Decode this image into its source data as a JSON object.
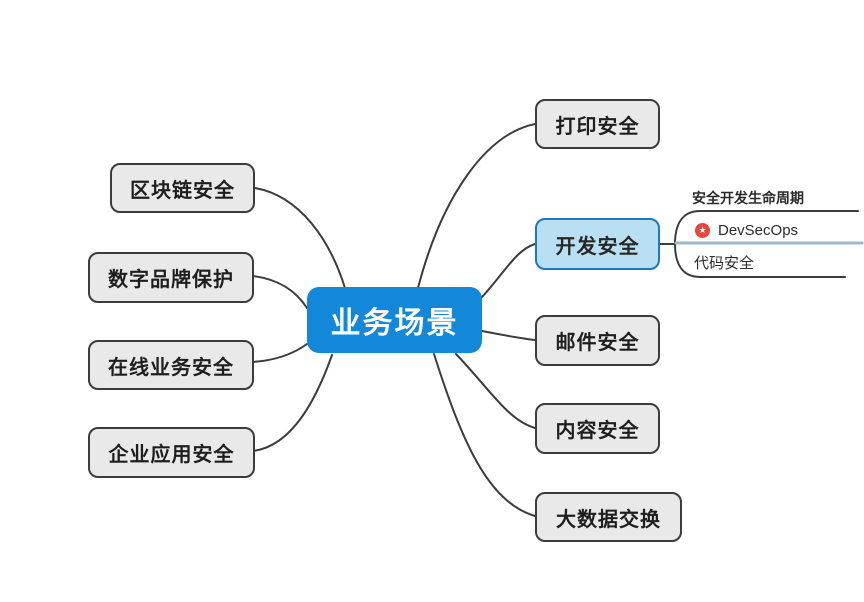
{
  "app": {
    "type": "mindmap-diagram"
  },
  "mindmap": {
    "root": {
      "label": "业务场景"
    },
    "left_branches": [
      {
        "id": "blockchain-security",
        "label": "区块链安全"
      },
      {
        "id": "digital-brand-protection",
        "label": "数字品牌保护"
      },
      {
        "id": "online-business-security",
        "label": "在线业务安全"
      },
      {
        "id": "enterprise-app-security",
        "label": "企业应用安全"
      }
    ],
    "right_branches": [
      {
        "id": "print-security",
        "label": "打印安全"
      },
      {
        "id": "development-security",
        "label": "开发安全",
        "selected": true,
        "children": [
          {
            "id": "secure-dev-lifecycle",
            "label": "安全开发生命周期"
          },
          {
            "id": "devsecops",
            "label": "DevSecOps",
            "marker": "red-star-badge"
          },
          {
            "id": "code-security",
            "label": "代码安全"
          }
        ]
      },
      {
        "id": "mail-security",
        "label": "邮件安全"
      },
      {
        "id": "content-security",
        "label": "内容安全"
      },
      {
        "id": "big-data-exchange",
        "label": "大数据交换"
      }
    ],
    "icons": {
      "star_glyph": "★"
    },
    "colors": {
      "root_fill": "#1488d8",
      "root_text": "#ffffff",
      "branch_fill": "#e9e9e9",
      "branch_border": "#3c3c3c",
      "selected_fill": "#b9e0f2",
      "selected_border": "#1d78bf",
      "connector": "#3c3c3c",
      "devsecops_underline": "#9db8cc",
      "marker_red": "#e7473c"
    }
  }
}
